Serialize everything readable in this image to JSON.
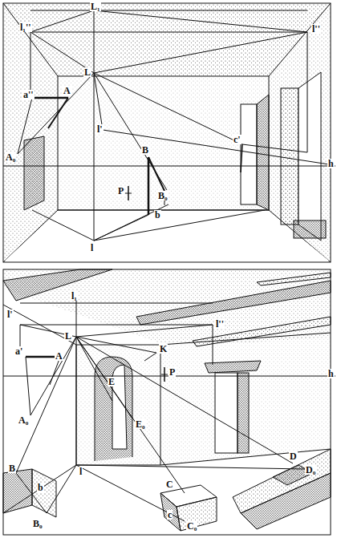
{
  "diagram": {
    "labels": [
      "L₁",
      "l₁''",
      "L",
      "l''",
      "a''",
      "A",
      "A₀",
      "l'",
      "c'",
      "B",
      "B₀",
      "P",
      "h",
      "b",
      "l",
      "l₁",
      "l'",
      "L",
      "l''",
      "a'",
      "A",
      "A₀",
      "K",
      "E",
      "E₀",
      "P",
      "h",
      "B",
      "b",
      "B₀",
      "l",
      "C",
      "c",
      "C₀",
      "D",
      "D₀"
    ]
  }
}
